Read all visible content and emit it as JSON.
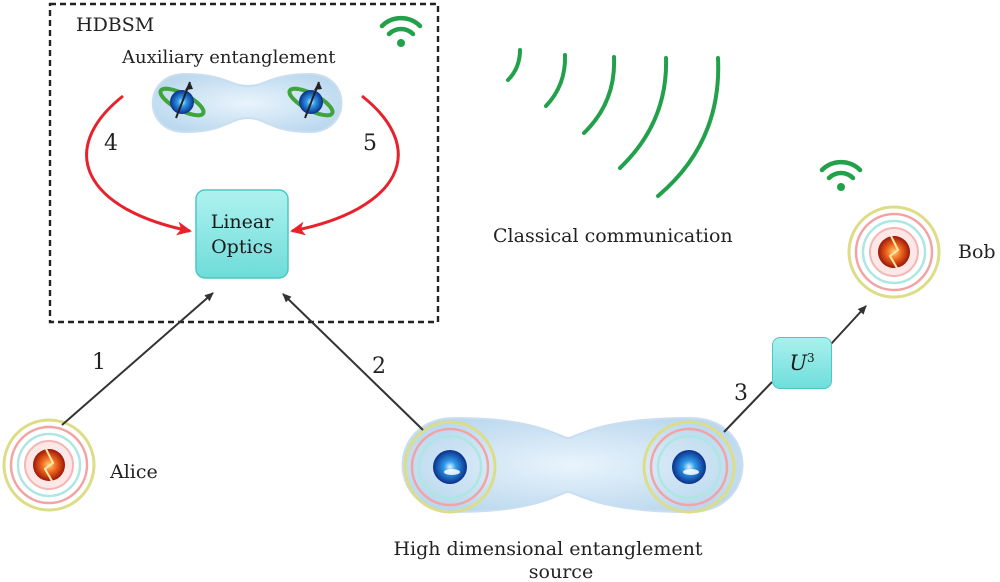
{
  "hdbsm_label": "HDBSM",
  "auxiliary_label": "Auxiliary entanglement",
  "linear_optics": {
    "line1": "Linear",
    "line2": "Optics"
  },
  "classical_label": "Classical communication",
  "alice_label": "Alice",
  "bob_label": "Bob",
  "unitary_label": {
    "base": "U",
    "sup": "3"
  },
  "source_label": {
    "line1": "High dimensional entanglement",
    "line2": "source"
  },
  "step_numbers": {
    "s1": "1",
    "s2": "2",
    "s3": "3",
    "s4": "4",
    "s5": "5"
  },
  "colors": {
    "green": "#22a04a",
    "red": "#e8222c",
    "teal": "#7fe3e0",
    "dashed_border": "#222222"
  },
  "icons": [
    "wifi-icon",
    "wifi-icon",
    "signal-waves-icon"
  ]
}
